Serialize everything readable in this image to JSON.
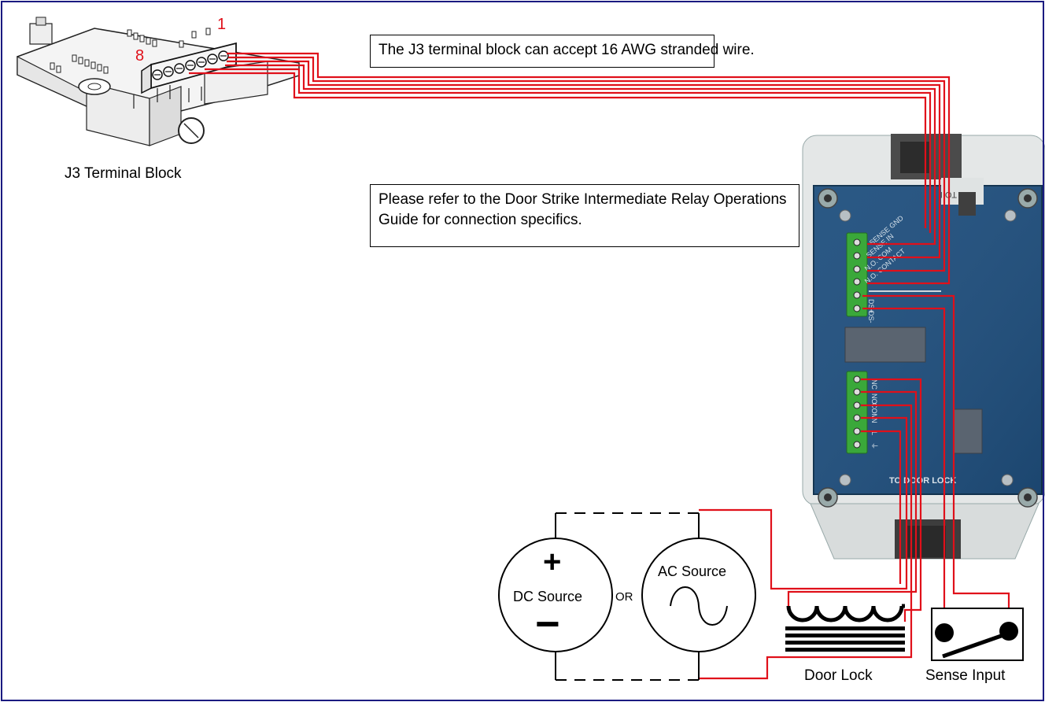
{
  "callouts": {
    "wire_gauge": "The J3 terminal block can accept 16 AWG stranded wire.",
    "refer_guide": "Please refer to the Door Strike Intermediate Relay Operations Guide for connection specifics."
  },
  "labels": {
    "j3_terminal_block": "J3 Terminal Block",
    "pin_first": "1",
    "pin_last": "8",
    "dc_source": "DC Source",
    "dc_plus": "+",
    "dc_minus": "−",
    "or": "OR",
    "ac_source": "AC Source",
    "door_lock": "Door Lock",
    "sense_input": "Sense Input"
  },
  "relay_board": {
    "top_terminal_labels": [
      "SENSE GND",
      "SENSE IN",
      "N.O. COM",
      "N.O. CONTACT",
      "DS+",
      "DS-"
    ],
    "bottom_terminal_labels": [
      "NC",
      "NO",
      "COM",
      "N",
      "L",
      "⏚"
    ],
    "bottom_caption": "TO DOOR LOCK",
    "top_connector_caption": "TO I"
  },
  "colors": {
    "wire": "#e0101a",
    "frame": "#1a1a80",
    "board": "#1d4e7e",
    "terminal": "#3aa83a",
    "enclosure": "#dfe3e3"
  },
  "icons": [
    "terminal-block-icon",
    "ac-sine-icon",
    "coil-icon",
    "switch-icon"
  ]
}
